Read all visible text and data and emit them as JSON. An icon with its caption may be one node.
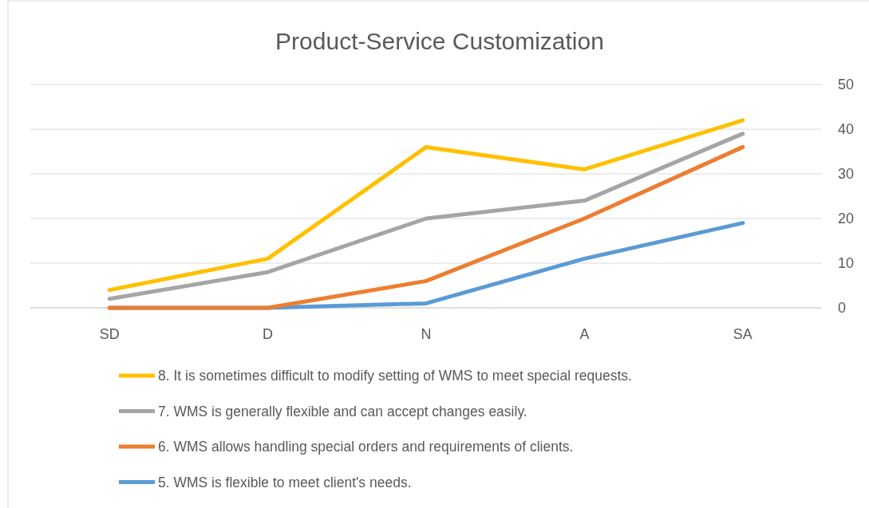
{
  "diagram": {
    "chart_data": {
      "type": "line",
      "title": "Product-Service Customization",
      "categories": [
        "SD",
        "D",
        "N",
        "A",
        "SA"
      ],
      "ylim": [
        0,
        50
      ],
      "yticks": [
        0,
        10,
        20,
        30,
        40,
        50
      ],
      "grid": true,
      "legend": "bottom",
      "series": [
        {
          "name": "8. It is sometimes difficult to modify setting of WMS to meet special requests.",
          "color": "#ffc000",
          "values": [
            4,
            11,
            36,
            31,
            42
          ]
        },
        {
          "name": "7. WMS is generally flexible and can accept changes easily.",
          "color": "#a5a5a5",
          "values": [
            2,
            8,
            20,
            24,
            39
          ]
        },
        {
          "name": "6. WMS allows handling special orders and requirements of clients.",
          "color": "#ed7d31",
          "values": [
            0,
            0,
            6,
            20,
            36
          ]
        },
        {
          "name": "5. WMS is flexible to meet client's needs.",
          "color": "#5b9bd5",
          "values": [
            0,
            0,
            1,
            11,
            19
          ]
        }
      ]
    }
  }
}
